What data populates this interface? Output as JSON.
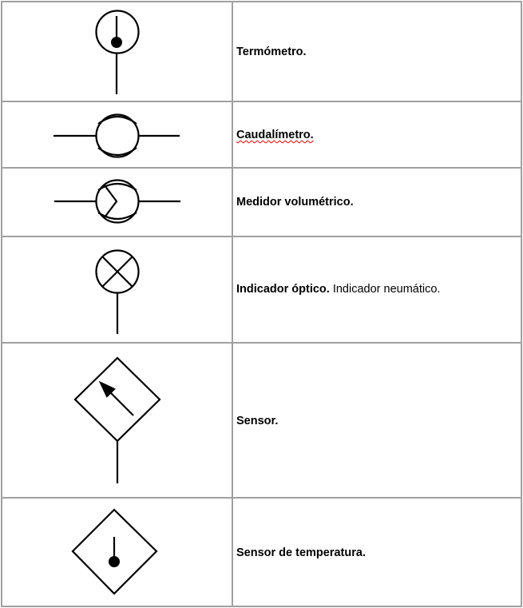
{
  "rows": [
    {
      "symbol": "thermometer-symbol",
      "title": "Termómetro.",
      "extra": ""
    },
    {
      "symbol": "flowmeter-symbol",
      "title": "Caudalímetro.",
      "extra": ""
    },
    {
      "symbol": "volumetric-meter-symbol",
      "title": "Medidor volumétrico.",
      "extra": ""
    },
    {
      "symbol": "optical-indicator-symbol",
      "title": "Indicador óptico.",
      "extra": " Indicador neumático."
    },
    {
      "symbol": "sensor-symbol",
      "title": "Sensor.",
      "extra": ""
    },
    {
      "symbol": "temperature-sensor-symbol",
      "title": "Sensor de temperatura.",
      "extra": ""
    }
  ]
}
